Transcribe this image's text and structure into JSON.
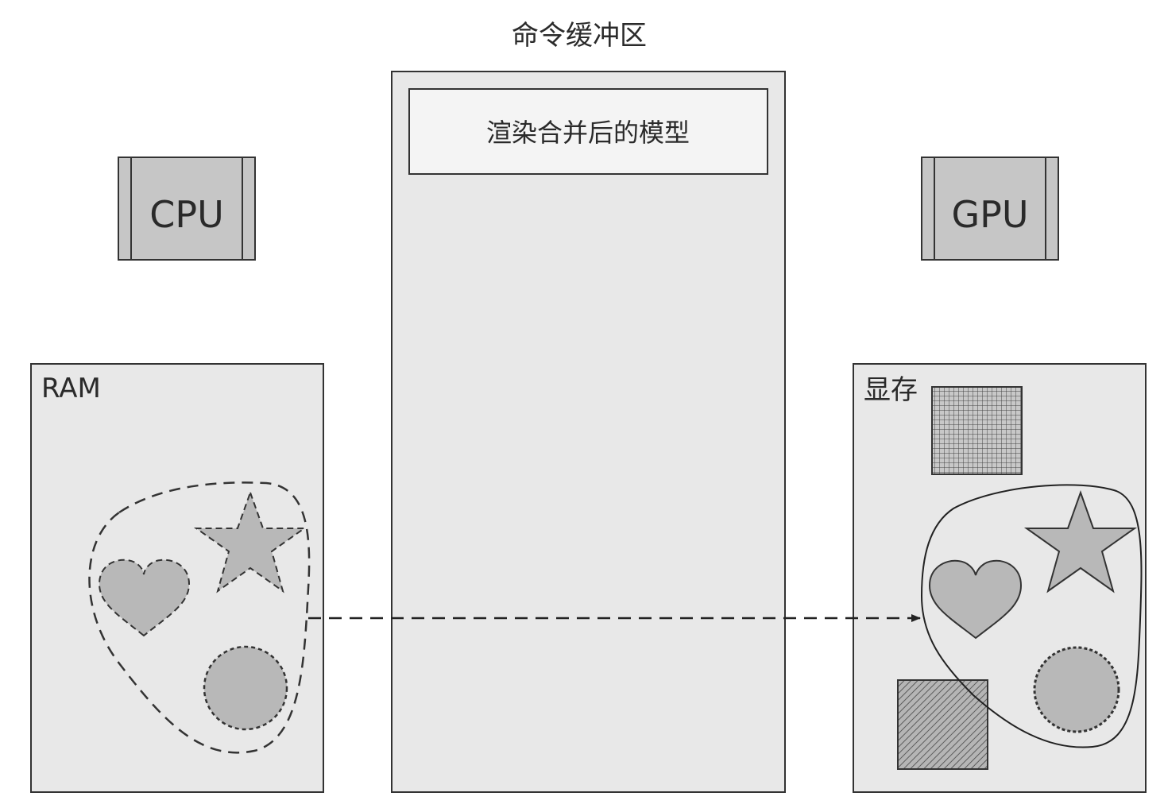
{
  "title": "命令缓冲区",
  "command_buffer": {
    "item_label": "渲染合并后的模型"
  },
  "cpu": {
    "label": "CPU"
  },
  "gpu": {
    "label": "GPU"
  },
  "ram": {
    "label": "RAM"
  },
  "vram": {
    "label": "显存"
  },
  "colors": {
    "panel_fill": "#e8e8e8",
    "chip_fill": "#c6c6c6",
    "shape_fill": "#b8b8b8",
    "stroke": "#333333",
    "item_fill": "#f4f4f4"
  },
  "icons": [
    "star-icon",
    "heart-icon",
    "burst-circle-icon",
    "grid-texture-icon",
    "hatched-texture-icon"
  ]
}
